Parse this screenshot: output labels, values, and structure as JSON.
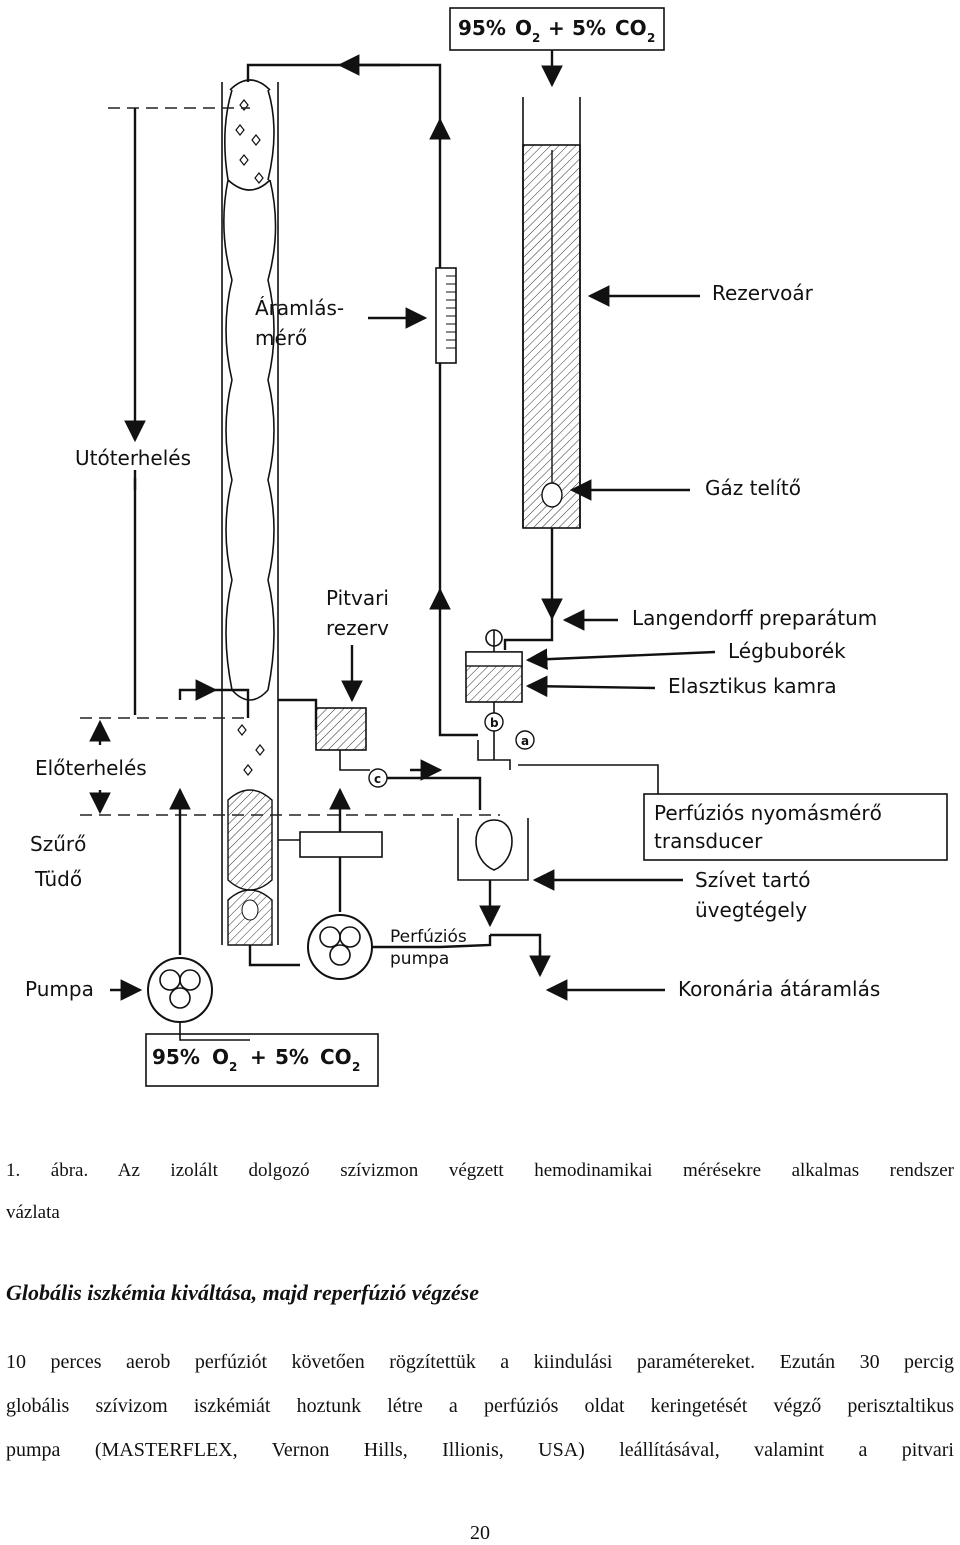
{
  "figure": {
    "gas_top": {
      "pct1": "95%",
      "o": "O",
      "o_sub": "2",
      "plus": "+",
      "pct2": "5%",
      "co": "CO",
      "co_sub": "2"
    },
    "gas_bottom": {
      "pct1": "95%",
      "o": "O",
      "o_sub": "2",
      "plus": "+",
      "pct2": "5%",
      "co": "CO",
      "co_sub": "2"
    },
    "labels": {
      "flowmeter_1": "Áramlás-",
      "flowmeter_2": "mérő",
      "afterload": "Utóterhelés",
      "atrial_res_1": "Pitvari",
      "atrial_res_2": "rezerv",
      "preload": "Előterhelés",
      "filter": "Szűrő",
      "lung": "Tüdő",
      "pump": "Pumpa",
      "perf_pump_1": "Perfúziós",
      "perf_pump_2": "pumpa",
      "reservoir": "Rezervoár",
      "gas_sat": "Gáz telítő",
      "langendorff": "Langendorff preparátum",
      "bubble": "Légbuborék",
      "elastic": "Elasztikus kamra",
      "transducer_1": "Perfúziós nyomásmérő",
      "transducer_2": "transducer",
      "heart_holder_1": "Szívet tartó",
      "heart_holder_2": "üvegtégely",
      "coronary": "Koronária átáramlás",
      "valve_a": "a",
      "valve_b": "b",
      "valve_c": "c"
    }
  },
  "caption": {
    "line1": "1. ábra. Az izolált dolgozó szívizmon végzett hemodinamikai mérésekre alkalmas rendszer",
    "line2": "vázlata"
  },
  "section_title": "Globális iszkémia kiváltása, majd reperfúzió végzése",
  "paragraph": {
    "line1": "10 perces aerob perfúziót követően rögzítettük a kiindulási paramétereket. Ezután 30 percig",
    "line2": "globális szívizom iszkémiát hoztunk létre a perfúziós oldat keringetését végző perisztaltikus",
    "line3": "pumpa (MASTERFLEX, Vernon Hills, Illionis, USA) leállításával, valamint a pitvari"
  },
  "page_number": "20"
}
